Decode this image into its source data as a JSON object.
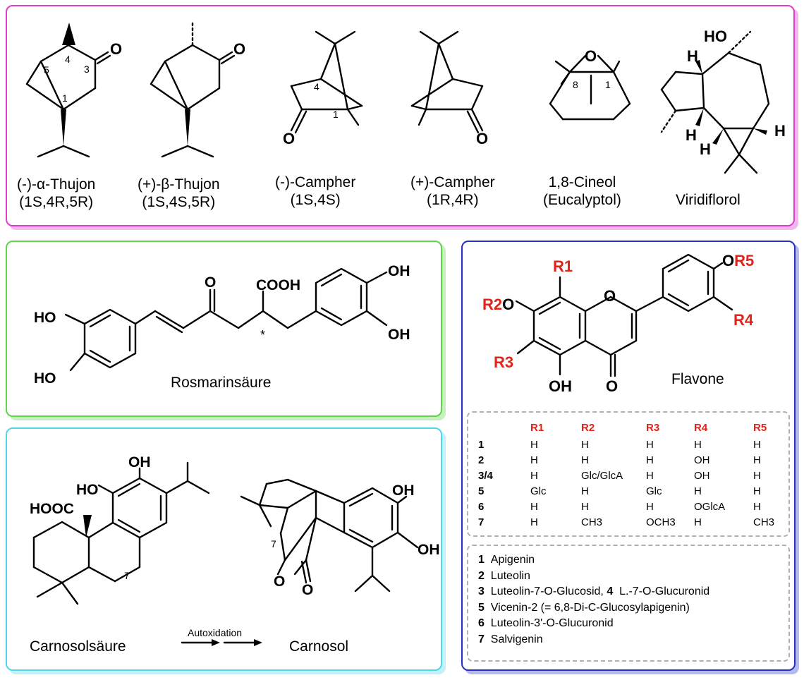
{
  "terpenes": {
    "a_thujon": {
      "name": "(-)-α-Thujon",
      "config": "(1S,4R,5R)"
    },
    "b_thujon": {
      "name": "(+)-β-Thujon",
      "config": "(1S,4S,5R)"
    },
    "m_campher": {
      "name": "(-)-Campher",
      "config": "(1S,4S)"
    },
    "p_campher": {
      "name": "(+)-Campher",
      "config": "(1R,4R)"
    },
    "cineol": {
      "name": "1,8-Cineol",
      "alt": "(Eucalyptol)"
    },
    "viridiflorol": {
      "name": "Viridiflorol"
    }
  },
  "atoms": {
    "O": "O",
    "HO": "HO",
    "OH": "OH",
    "H": "H",
    "COOH": "COOH",
    "HOOC": "HOOC",
    "n1": "1",
    "n3": "3",
    "n4": "4",
    "n5": "5",
    "n7": "7",
    "n8": "8",
    "star": "*"
  },
  "rosmarin": {
    "name": "Rosmarinsäure"
  },
  "carnosol": {
    "acid": "Carnosolsäure",
    "product": "Carnosol",
    "arrow_label": "Autoxidation"
  },
  "flavone": {
    "name": "Flavone",
    "substituents": {
      "R1": "R1",
      "R2": "R2",
      "R3": "R3",
      "R4": "R4",
      "R5": "R5"
    },
    "table": {
      "headers": [
        "R1",
        "R2",
        "R3",
        "R4",
        "R5"
      ],
      "rows": [
        {
          "id": "1",
          "cells": [
            "H",
            "H",
            "H",
            "H",
            "H"
          ]
        },
        {
          "id": "2",
          "cells": [
            "H",
            "H",
            "H",
            "OH",
            "H"
          ]
        },
        {
          "id": "3/4",
          "cells": [
            "H",
            "Glc/GlcA",
            "H",
            "OH",
            "H"
          ]
        },
        {
          "id": "5",
          "cells": [
            "Glc",
            "H",
            "Glc",
            "H",
            "H"
          ]
        },
        {
          "id": "6",
          "cells": [
            "H",
            "H",
            "H",
            "OGlcA",
            "H"
          ]
        },
        {
          "id": "7",
          "cells": [
            "H",
            "CH3",
            "OCH3",
            "H",
            "CH3"
          ]
        }
      ]
    },
    "legend": [
      {
        "id": "1",
        "text": "Apigenin"
      },
      {
        "id": "2",
        "text": "Luteolin"
      },
      {
        "id": "3",
        "text": "Luteolin-7-O-Glucosid,",
        "id2": "4",
        "text2": "L.-7-O-Glucuronid"
      },
      {
        "id": "5",
        "text": "Vicenin-2 (= 6,8-Di-C-Glucosylapigenin)"
      },
      {
        "id": "6",
        "text": "Luteolin-3'-O-Glucuronid"
      },
      {
        "id": "7",
        "text": "Salvigenin"
      }
    ]
  },
  "colors": {
    "magenta": "#e23bd0",
    "green": "#5ed64a",
    "cyan": "#4fd8ea",
    "blue": "#2430c2",
    "red": "#e2231a",
    "dash": "#b0b0b0"
  }
}
